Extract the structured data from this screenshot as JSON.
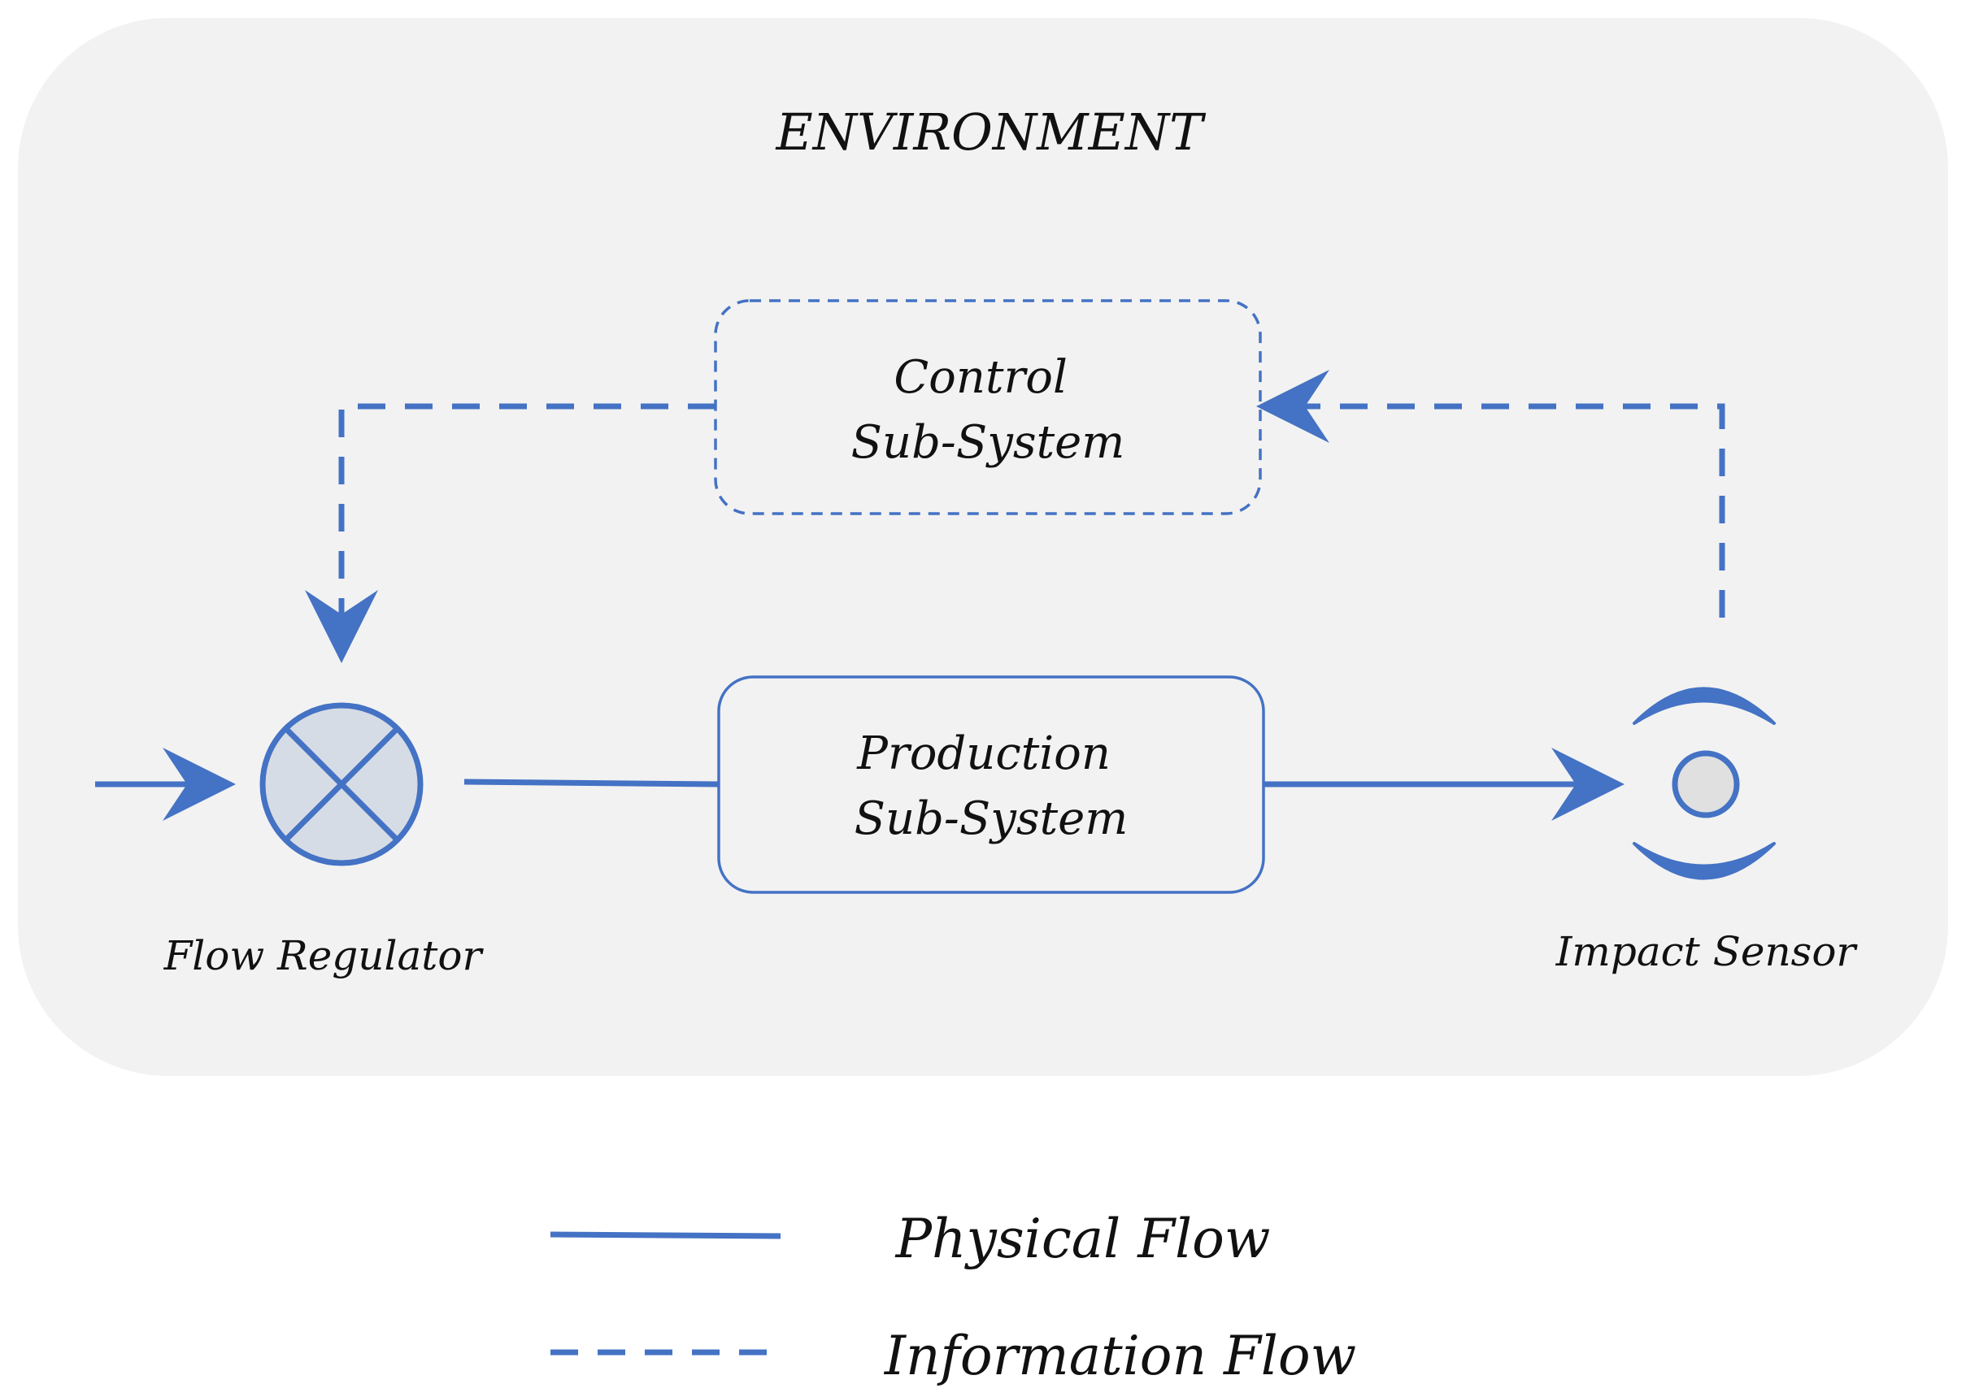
{
  "environment": {
    "title": "ENVIRONMENT"
  },
  "blocks": {
    "control": {
      "line1": "Control",
      "line2": "Sub-System"
    },
    "production": {
      "line1": "Production",
      "line2": "Sub-System"
    }
  },
  "components": {
    "regulator": {
      "label": "Flow Regulator"
    },
    "sensor": {
      "label": "Impact Sensor"
    }
  },
  "legend": {
    "physical": "Physical Flow",
    "information": "Information Flow"
  },
  "colors": {
    "accent": "#4472c4",
    "environment_bg": "#f2f2f2",
    "regulator_fill": "#d6dce5",
    "sensor_fill": "#e0e0e0",
    "text": "#111111"
  }
}
